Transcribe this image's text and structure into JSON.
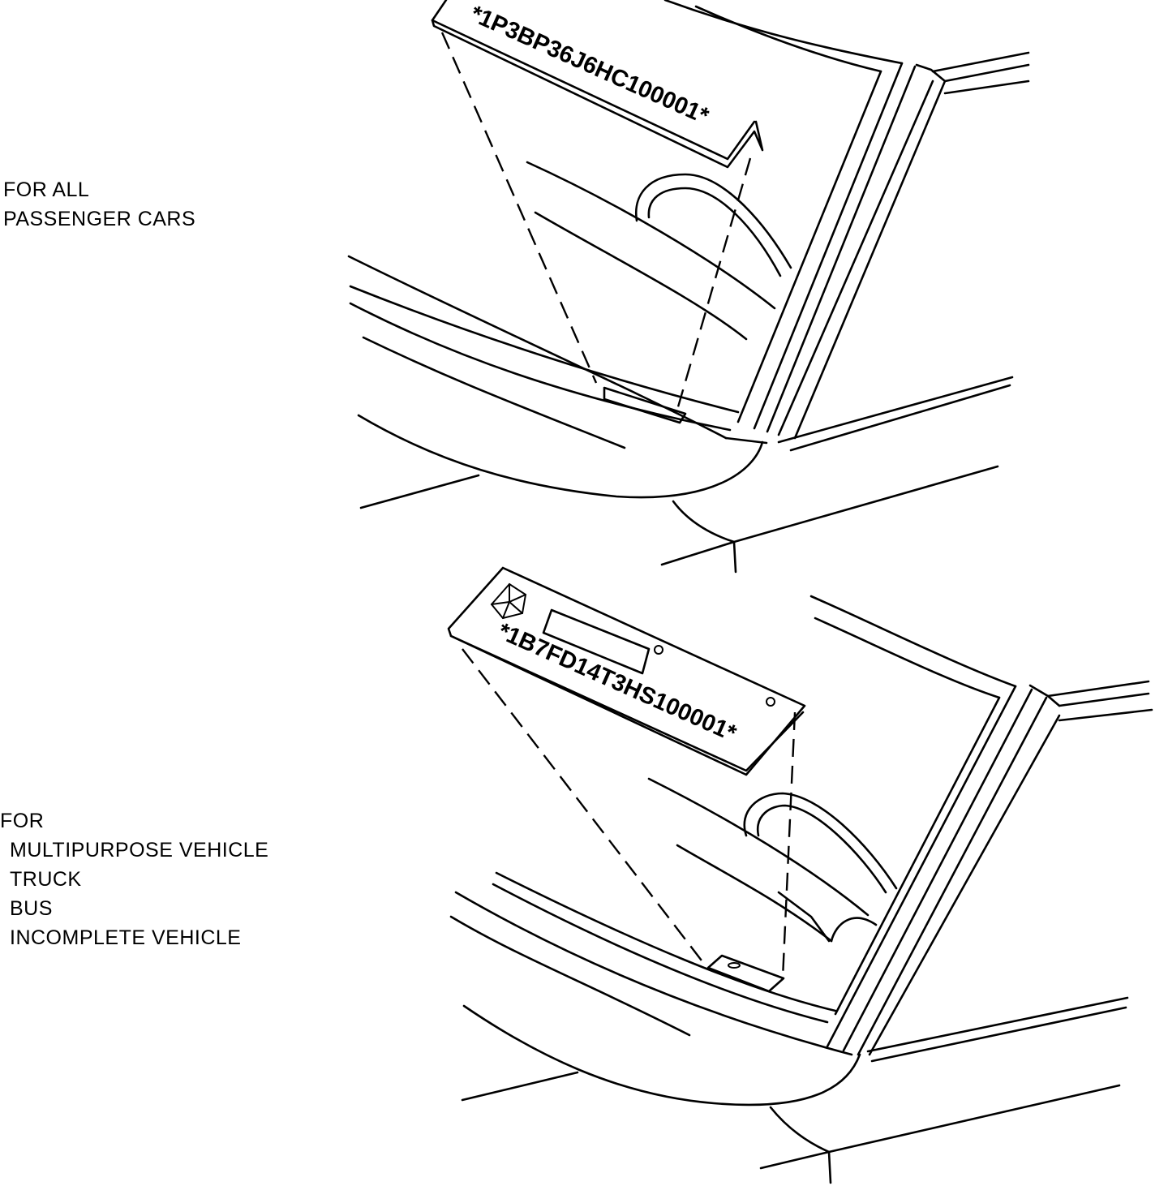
{
  "captions": {
    "passenger": {
      "line1": "FOR ALL",
      "line2": "PASSENGER CARS"
    },
    "truck": {
      "line1": "FOR",
      "line2": "MULTIPURPOSE VEHICLE",
      "line3": "TRUCK",
      "line4": "BUS",
      "line5": "INCOMPLETE VEHICLE"
    }
  },
  "plates": {
    "passenger_vin": "*1P3BP36J6HC100001*",
    "truck_vin": "*1B7FD14T3HS100001*"
  },
  "icons": {
    "logo": "pentastar-logo",
    "rivet": "rivet-icon"
  }
}
